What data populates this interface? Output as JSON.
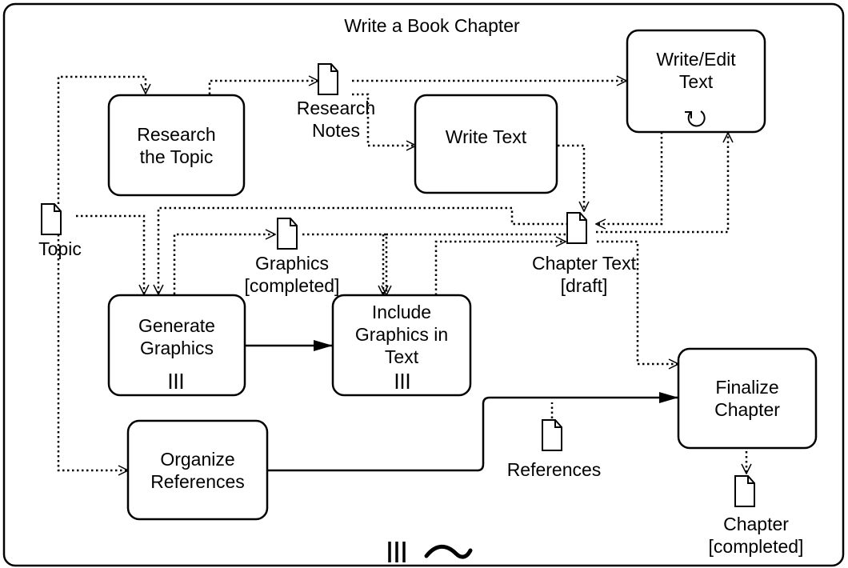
{
  "process": {
    "title": "Write a Book Chapter"
  },
  "tasks": {
    "research": [
      "Research",
      "the Topic"
    ],
    "write_text": [
      "Write Text"
    ],
    "write_edit": [
      "Write/Edit",
      "Text"
    ],
    "generate": [
      "Generate",
      "Graphics"
    ],
    "include": [
      "Include",
      "Graphics in",
      "Text"
    ],
    "organize": [
      "Organize",
      "References"
    ],
    "finalize": [
      "Finalize",
      "Chapter"
    ]
  },
  "data_objects": {
    "research_notes": [
      "Research",
      "Notes"
    ],
    "topic": [
      "Topic"
    ],
    "graphics": [
      "Graphics",
      "[completed]"
    ],
    "chapter_text": [
      "Chapter Text",
      "[draft]"
    ],
    "references": [
      "References"
    ],
    "chapter": [
      "Chapter",
      "[completed]"
    ]
  },
  "markers": {
    "process_markers": [
      "multi-instance-marker",
      "ad-hoc-marker"
    ],
    "loop_task": "write_edit",
    "multi_instance_tasks": [
      "generate",
      "include"
    ]
  },
  "colors": {
    "stroke": "#000000",
    "background": "#ffffff"
  }
}
